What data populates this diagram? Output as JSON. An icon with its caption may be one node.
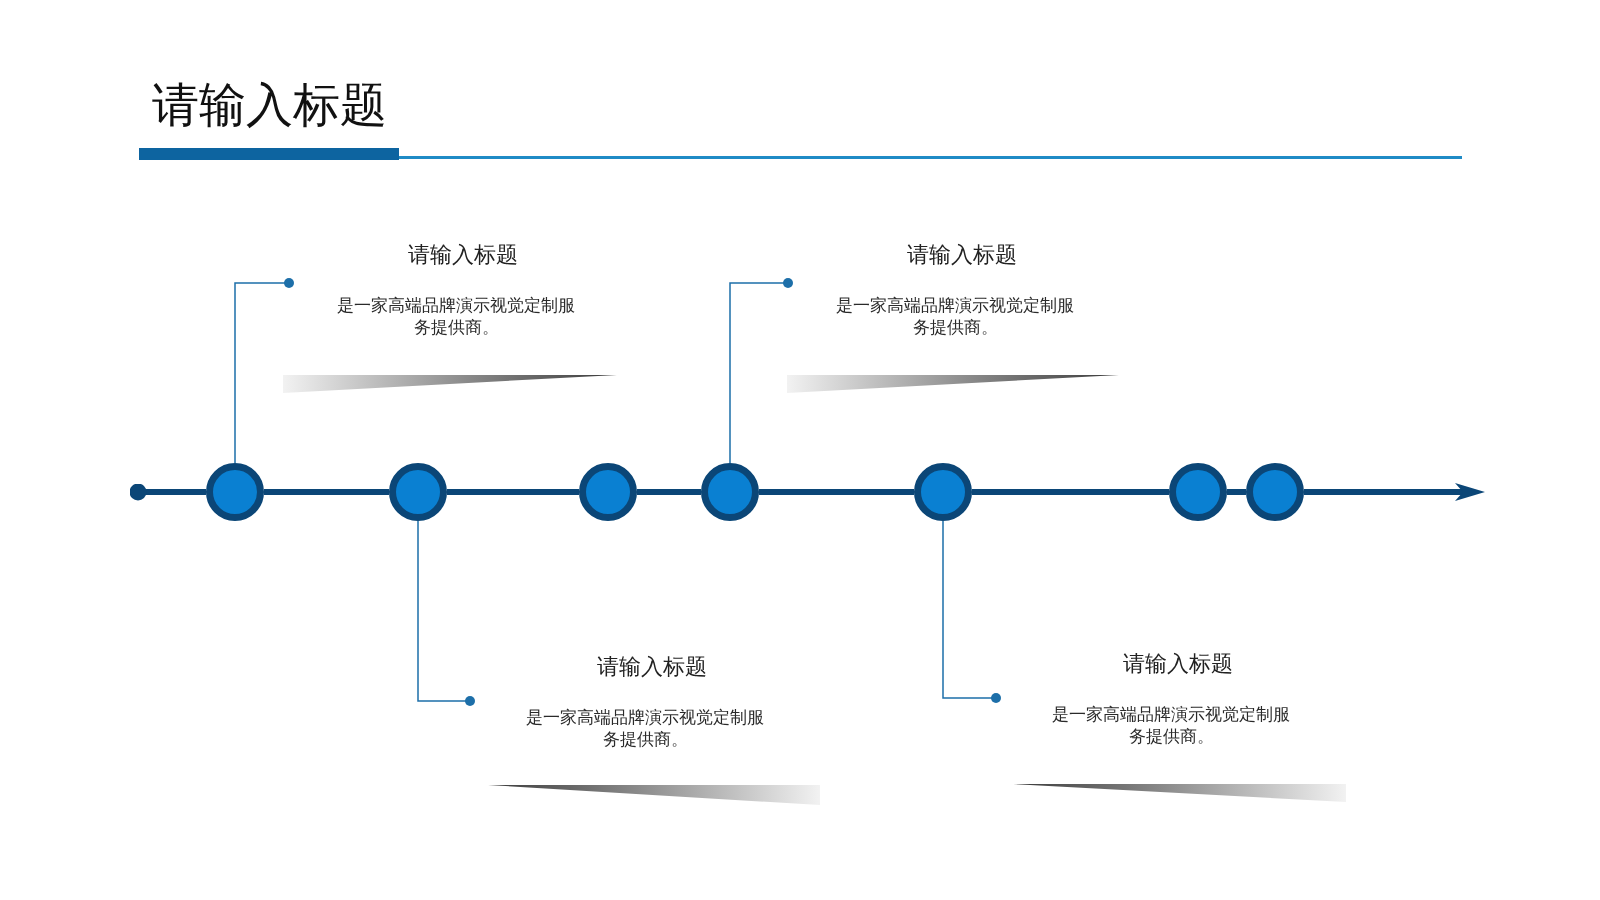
{
  "diagram": {
    "title": "请输入标题",
    "nodes": [
      {
        "text": [
          "请输入标题",
          "是一家高端品牌演示视觉定制服务提供商。"
        ]
      },
      {
        "text": [
          "请输入标题",
          "是一家高端品牌演示视觉定制服务提供商。"
        ]
      },
      {
        "text": [],
        "shape": "circle"
      },
      {
        "text": [],
        "shape": "circle"
      },
      {
        "text": [],
        "shape": "circle"
      },
      {
        "text": [],
        "shape": "circle"
      },
      {
        "text": [],
        "shape": "circle"
      },
      {
        "text": [],
        "shape": "circle"
      },
      {
        "text": [],
        "shape": "circle"
      },
      {
        "text": [
          "请输入标题",
          "是一家高端品牌演示视觉定制服务提供商。"
        ]
      },
      {
        "text": [
          "请输入标题",
          "是一家高端品牌演示视觉定制服务提供商。"
        ]
      }
    ],
    "edges": [
      {
        "from": 2,
        "to": null,
        "arrow": "other"
      },
      {
        "from": 2,
        "to": 3,
        "arrow": "none"
      },
      {
        "from": 3,
        "to": 4,
        "arrow": "none"
      },
      {
        "from": 4,
        "to": 5,
        "arrow": "none"
      },
      {
        "from": 5,
        "to": 6,
        "arrow": "none"
      },
      {
        "from": 6,
        "to": 7,
        "arrow": "none"
      },
      {
        "from": 7,
        "to": 8,
        "arrow": "none"
      },
      {
        "from": 8,
        "to": null,
        "arrow": "to"
      },
      {
        "from": 2,
        "to": 0,
        "arrow": "other",
        "color": "#1d6fa9"
      },
      {
        "from": 5,
        "to": 1,
        "arrow": "other",
        "color": "#1d6fa9"
      },
      {
        "from": 3,
        "to": 9,
        "arrow": "other",
        "color": "#1d6fa9"
      },
      {
        "from": 6,
        "to": 10,
        "arrow": "other",
        "color": "#1d6fa9"
      }
    ]
  }
}
